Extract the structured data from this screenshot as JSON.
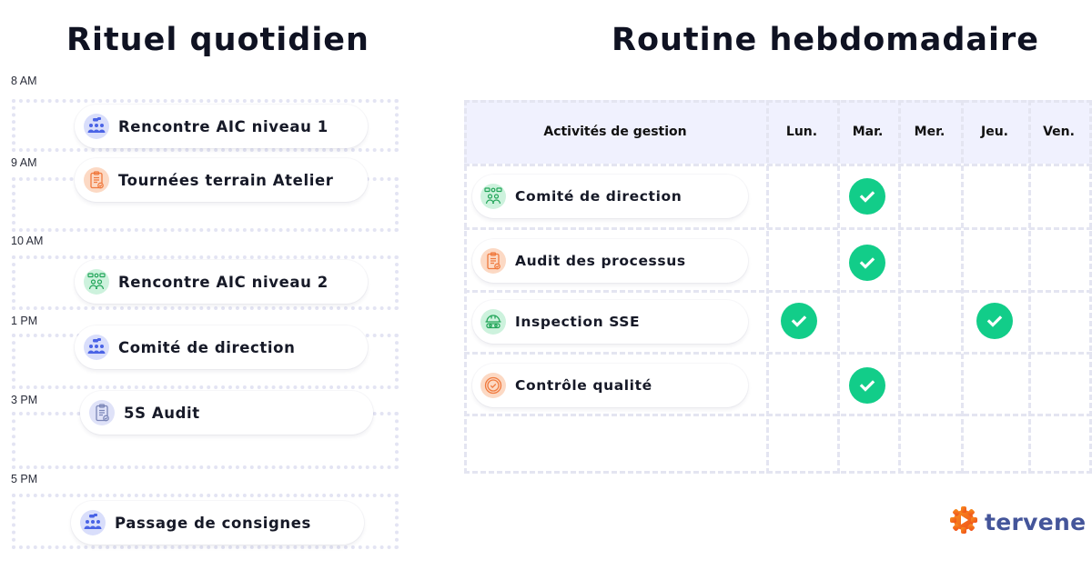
{
  "daily": {
    "title": "Rituel quotidien",
    "slots": [
      {
        "time": "8 AM",
        "activity": "Rencontre AIC niveau 1",
        "icon": "team-meeting-icon",
        "icon_color": "#4a63e6"
      },
      {
        "time": "9 AM",
        "activity": "Tournées terrain Atelier",
        "icon": "clipboard-check-icon",
        "icon_color": "#f07a3e"
      },
      {
        "time": "10 AM",
        "activity": "Rencontre AIC niveau 2",
        "icon": "group-discussion-icon",
        "icon_color": "#22a559"
      },
      {
        "time": "1 PM",
        "activity": "Comité de direction",
        "icon": "team-meeting-icon",
        "icon_color": "#4a63e6"
      },
      {
        "time": "3 PM",
        "activity": "5S Audit",
        "icon": "clipboard-check-icon",
        "icon_color": "#7b86b8"
      },
      {
        "time": "5 PM",
        "activity": "Passage de consignes",
        "icon": "team-meeting-icon",
        "icon_color": "#4a63e6"
      }
    ]
  },
  "weekly": {
    "title": "Routine hebdomadaire",
    "header": {
      "activity": "Activités de gestion",
      "days": [
        "Lun.",
        "Mar.",
        "Mer.",
        "Jeu.",
        "Ven."
      ]
    },
    "rows": [
      {
        "activity": "Comité de direction",
        "icon": "group-discussion-icon",
        "icon_color": "#22a559",
        "checked": [
          false,
          true,
          false,
          false,
          false
        ]
      },
      {
        "activity": "Audit des processus",
        "icon": "clipboard-check-icon",
        "icon_color": "#f07a3e",
        "checked": [
          false,
          true,
          false,
          false,
          false
        ]
      },
      {
        "activity": "Inspection SSE",
        "icon": "hard-hat-goggles-icon",
        "icon_color": "#22a559",
        "checked": [
          true,
          false,
          false,
          true,
          false
        ]
      },
      {
        "activity": "Contrôle qualité",
        "icon": "quality-seal-icon",
        "icon_color": "#f07a3e",
        "checked": [
          false,
          true,
          false,
          false,
          false
        ]
      }
    ],
    "check_color": "#12cd89",
    "grid_color": "#e4e5f1",
    "header_bg": "#f0f1fe"
  },
  "brand": {
    "name": "tervene",
    "logo_color": "#f26522",
    "text_color": "#44559a"
  }
}
